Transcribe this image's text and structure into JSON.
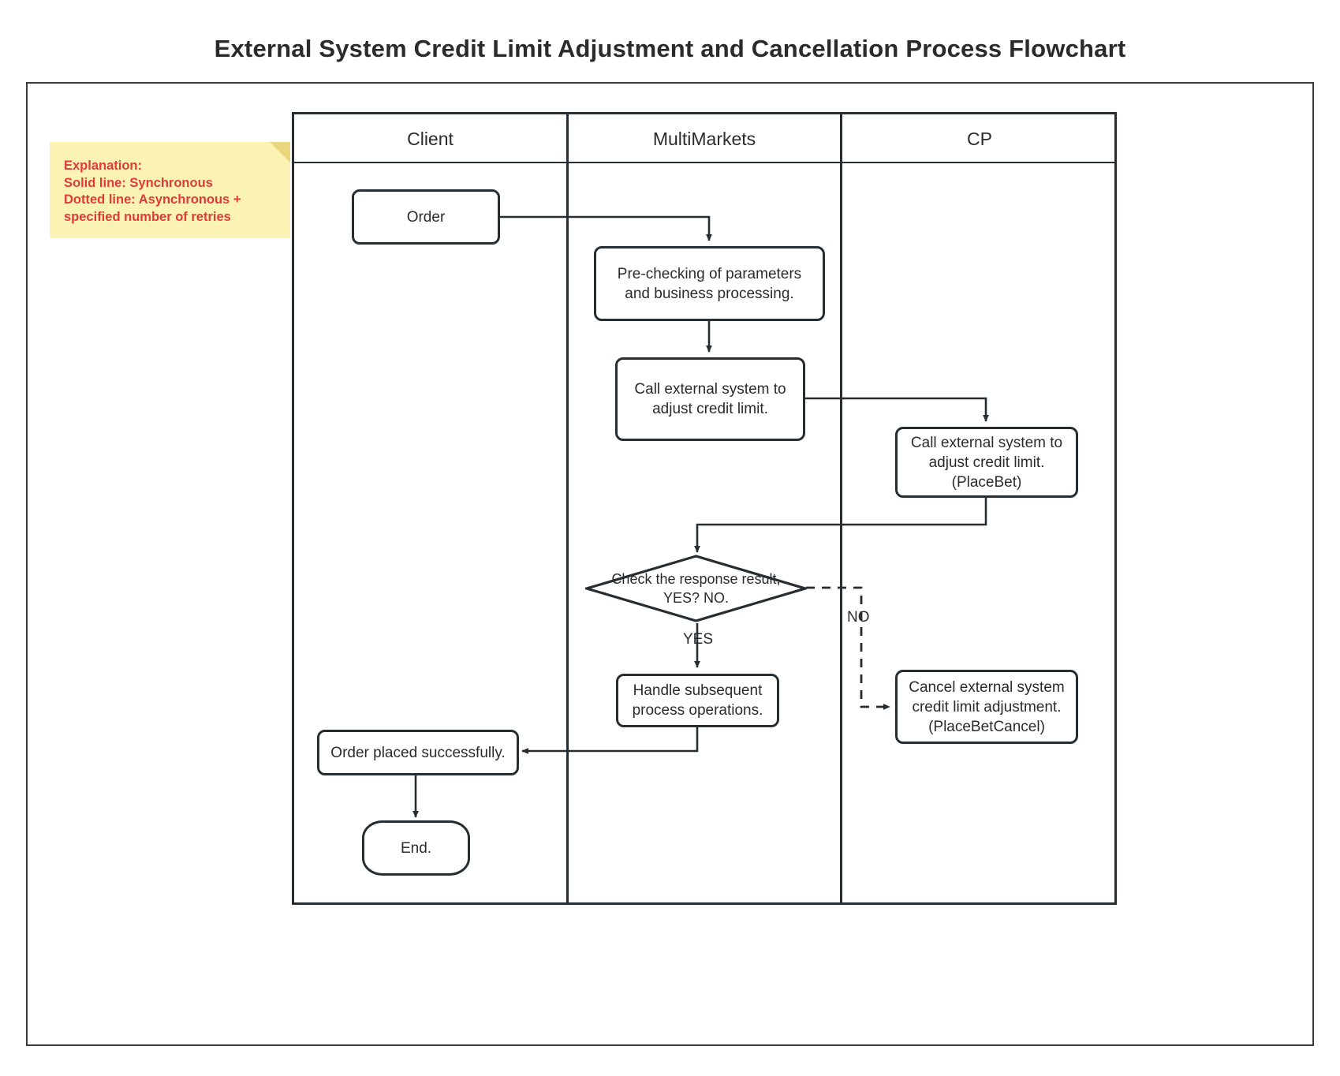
{
  "page": {
    "title": "External System Credit Limit Adjustment and Cancellation Process Flowchart"
  },
  "explanation_note": {
    "heading": "Explanation:",
    "line_solid": "Solid line: Synchronous",
    "line_dotted_1": "Dotted line: Asynchronous +",
    "line_dotted_2": "specified number of retries",
    "background_color": "#fbf3b4",
    "text_color": "#e03a3a"
  },
  "lanes": [
    {
      "id": "client",
      "label": "Client"
    },
    {
      "id": "multimarkets",
      "label": "MultiMarkets"
    },
    {
      "id": "cp",
      "label": "CP"
    }
  ],
  "nodes": [
    {
      "id": "order",
      "lane": "client",
      "shape": "process",
      "label": "Order"
    },
    {
      "id": "prechecking",
      "lane": "multimarkets",
      "shape": "process",
      "label": "Pre-checking of parameters\nand business processing."
    },
    {
      "id": "call-adjust",
      "lane": "multimarkets",
      "shape": "process",
      "label": "Call external system to\nadjust credit limit."
    },
    {
      "id": "placebet",
      "lane": "cp",
      "shape": "process",
      "label": "Call external system to\nadjust credit limit.\n(PlaceBet)"
    },
    {
      "id": "check-response",
      "lane": "multimarkets",
      "shape": "decision",
      "label": "Check the response result,\nYES? NO."
    },
    {
      "id": "handle-subsequent",
      "lane": "multimarkets",
      "shape": "process",
      "label": "Handle subsequent\nprocess operations."
    },
    {
      "id": "placebetcancel",
      "lane": "cp",
      "shape": "process",
      "label": "Cancel external system\ncredit limit adjustment.\n(PlaceBetCancel)"
    },
    {
      "id": "order-success",
      "lane": "client",
      "shape": "process",
      "label": "Order placed successfully."
    },
    {
      "id": "end",
      "lane": "client",
      "shape": "terminal",
      "label": "End."
    }
  ],
  "edges": [
    {
      "from": "order",
      "to": "prechecking",
      "style": "solid",
      "label": ""
    },
    {
      "from": "prechecking",
      "to": "call-adjust",
      "style": "solid",
      "label": ""
    },
    {
      "from": "call-adjust",
      "to": "placebet",
      "style": "solid",
      "label": ""
    },
    {
      "from": "placebet",
      "to": "check-response",
      "style": "solid",
      "label": ""
    },
    {
      "from": "check-response",
      "to": "handle-subsequent",
      "style": "solid",
      "label": "YES"
    },
    {
      "from": "check-response",
      "to": "placebetcancel",
      "style": "dashed",
      "label": "NO"
    },
    {
      "from": "handle-subsequent",
      "to": "order-success",
      "style": "solid",
      "label": ""
    },
    {
      "from": "order-success",
      "to": "end",
      "style": "solid",
      "label": ""
    }
  ],
  "colors": {
    "stroke": "#262d33",
    "text": "#2b2b2b",
    "frame": "#3b3b3b",
    "note_bg": "#fbf3b4",
    "note_text": "#e03a3a"
  }
}
